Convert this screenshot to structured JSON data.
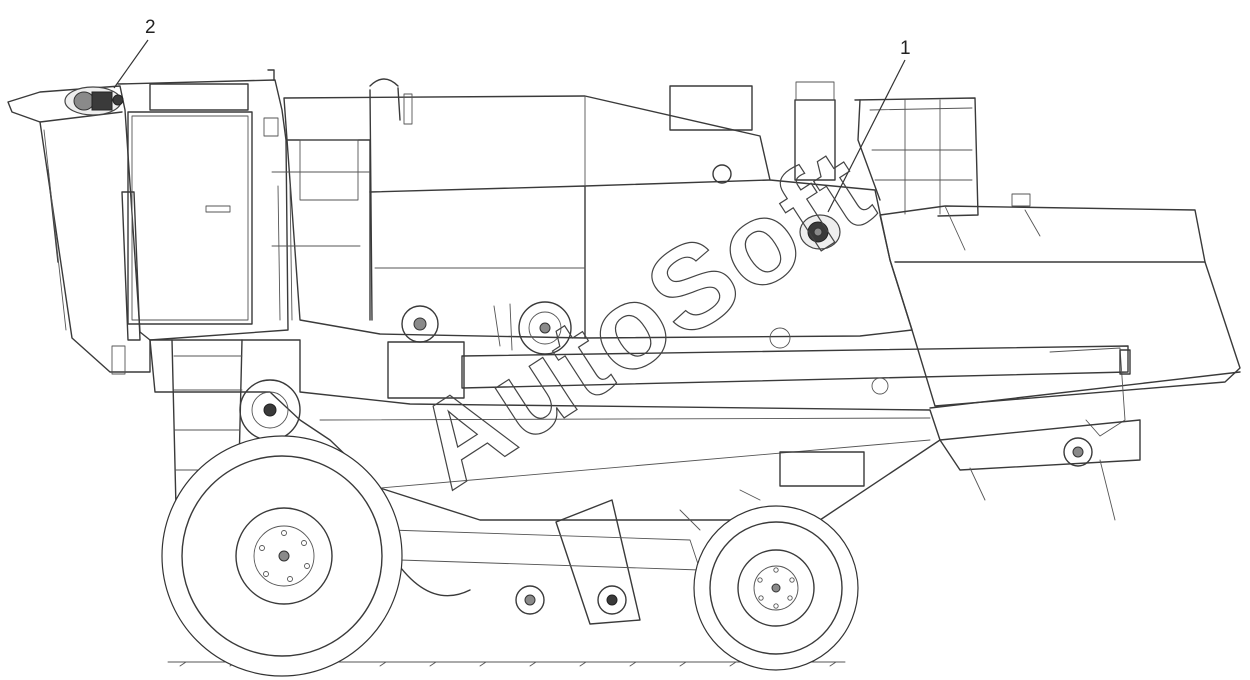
{
  "figure": {
    "callouts": [
      {
        "id": "callout-1",
        "label": "1"
      },
      {
        "id": "callout-2",
        "label": "2"
      }
    ],
    "watermark": "AutoSoft",
    "colors": {
      "line": "#3a3a3a",
      "background": "#ffffff",
      "callout_text": "#222222"
    }
  }
}
